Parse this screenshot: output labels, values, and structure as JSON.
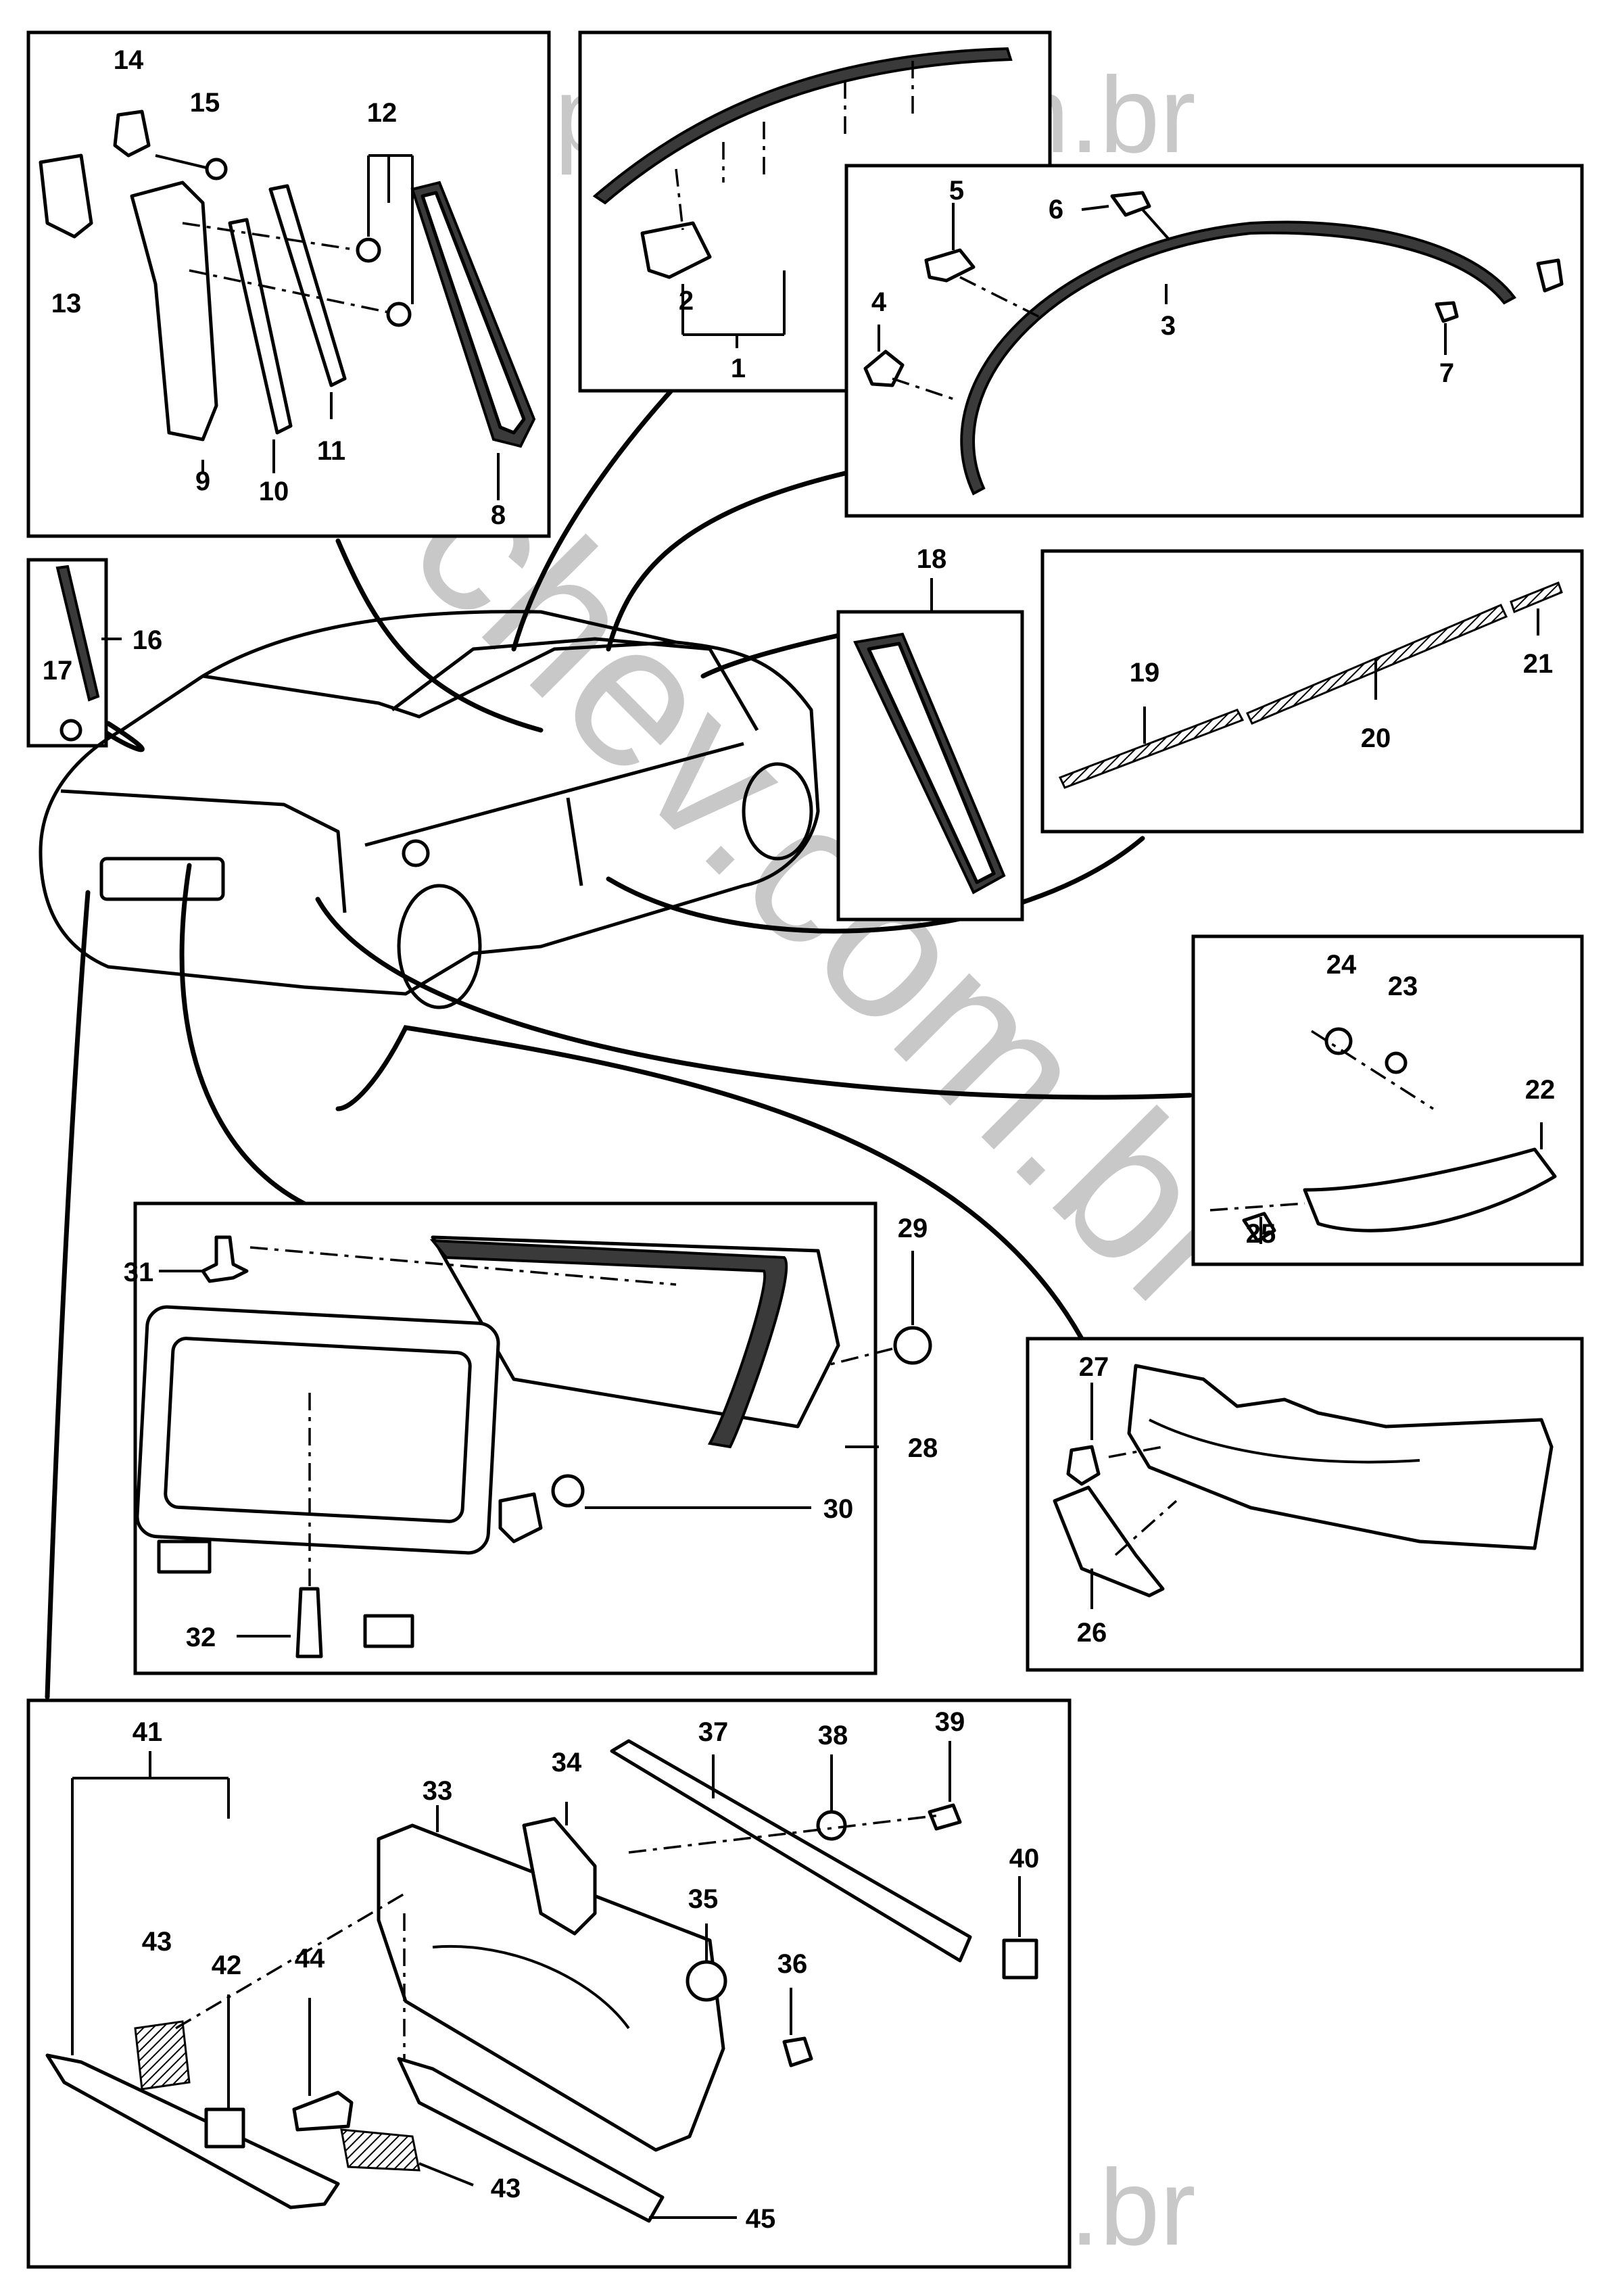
{
  "watermarks": {
    "top": "cepchev.com.br",
    "diagonal": "cepchev.com.br",
    "bottom": "cepchev.com.br"
  },
  "callouts": [
    {
      "id": "c1",
      "text": "1"
    },
    {
      "id": "c2",
      "text": "2"
    },
    {
      "id": "c3",
      "text": "3"
    },
    {
      "id": "c4",
      "text": "4"
    },
    {
      "id": "c5",
      "text": "5"
    },
    {
      "id": "c6",
      "text": "6"
    },
    {
      "id": "c7",
      "text": "7"
    },
    {
      "id": "c8",
      "text": "8"
    },
    {
      "id": "c9",
      "text": "9"
    },
    {
      "id": "c10",
      "text": "10"
    },
    {
      "id": "c11",
      "text": "11"
    },
    {
      "id": "c12",
      "text": "12"
    },
    {
      "id": "c13",
      "text": "13"
    },
    {
      "id": "c14",
      "text": "14"
    },
    {
      "id": "c15",
      "text": "15"
    },
    {
      "id": "c16",
      "text": "16"
    },
    {
      "id": "c17",
      "text": "17"
    },
    {
      "id": "c18",
      "text": "18"
    },
    {
      "id": "c19",
      "text": "19"
    },
    {
      "id": "c20",
      "text": "20"
    },
    {
      "id": "c21",
      "text": "21"
    },
    {
      "id": "c22",
      "text": "22"
    },
    {
      "id": "c23",
      "text": "23"
    },
    {
      "id": "c24",
      "text": "24"
    },
    {
      "id": "c25",
      "text": "25"
    },
    {
      "id": "c26",
      "text": "26"
    },
    {
      "id": "c27",
      "text": "27"
    },
    {
      "id": "c28",
      "text": "28"
    },
    {
      "id": "c29",
      "text": "29"
    },
    {
      "id": "c30",
      "text": "30"
    },
    {
      "id": "c31",
      "text": "31"
    },
    {
      "id": "c32",
      "text": "32"
    },
    {
      "id": "c33",
      "text": "33"
    },
    {
      "id": "c34",
      "text": "34"
    },
    {
      "id": "c35",
      "text": "35"
    },
    {
      "id": "c36",
      "text": "36"
    },
    {
      "id": "c37",
      "text": "37"
    },
    {
      "id": "c38",
      "text": "38"
    },
    {
      "id": "c39",
      "text": "39"
    },
    {
      "id": "c40",
      "text": "40"
    },
    {
      "id": "c41",
      "text": "41"
    },
    {
      "id": "c42",
      "text": "42"
    },
    {
      "id": "c43a",
      "text": "43"
    },
    {
      "id": "c43b",
      "text": "43"
    },
    {
      "id": "c44",
      "text": "44"
    },
    {
      "id": "c45",
      "text": "45"
    }
  ]
}
